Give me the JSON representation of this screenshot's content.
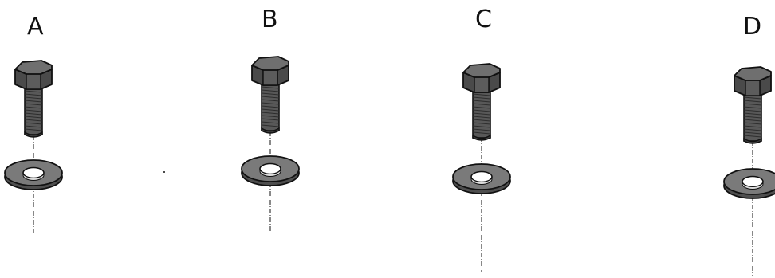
{
  "panels": [
    {
      "label": "A"
    },
    {
      "label": "B"
    },
    {
      "label": "C"
    },
    {
      "label": "D"
    }
  ],
  "colors": {
    "hex_top": "#6f6f6f",
    "hex_side": "#4a4a4a",
    "hex_side_light": "#5c5c5c",
    "shank": "#585858",
    "thread_line": "#2c2c2c",
    "washer_top": "#7a7a7a",
    "washer_side": "#4e4e4e",
    "outline": "#111111"
  },
  "icons": {
    "bolt": "hex-bolt-icon",
    "washer": "flat-washer-icon",
    "axis": "center-line"
  }
}
